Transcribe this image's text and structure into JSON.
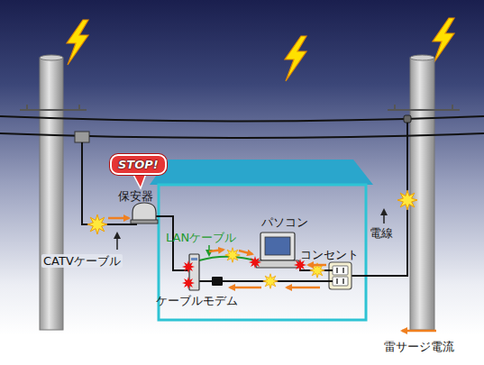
{
  "diagram": {
    "nodes": [
      {
        "text": [
          "STOP!"
        ]
      }
    ],
    "labels": [
      "保安器",
      "CATVケーブル",
      "LANケーブル",
      "パソコン",
      "コンセント",
      "電線",
      "ケーブルモデム"
    ],
    "legend": [
      {
        "text": "雷サージ電流"
      }
    ]
  }
}
